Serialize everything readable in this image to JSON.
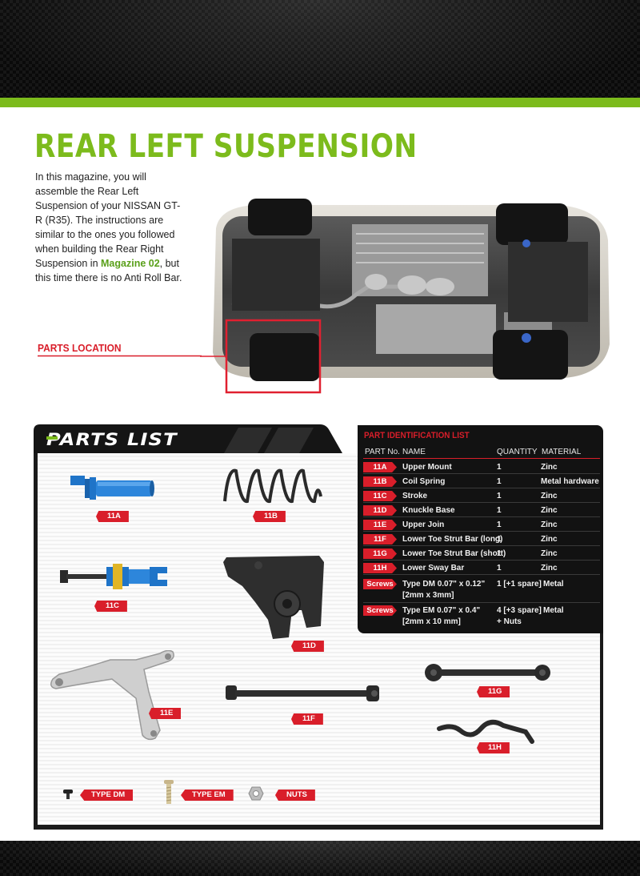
{
  "page": {
    "title": "REAR LEFT SUSPENSION",
    "intro_before": "In this magazine, you will assemble the Rear Left Suspension of your NISSAN GT-R (R35). The instructions are similar to the ones you followed when building the Rear Right Suspension in ",
    "intro_highlight": "Magazine 02",
    "intro_after": ", but this time there is no Anti Roll Bar.",
    "parts_location_label": "PARTS LOCATION"
  },
  "parts_list": {
    "heading": "PARTS LIST",
    "labels": {
      "a": "11A",
      "b": "11B",
      "c": "11C",
      "d": "11D",
      "e": "11E",
      "f": "11F",
      "g": "11G",
      "h": "11H",
      "dm": "TYPE DM",
      "em": "TYPE EM",
      "nuts": "NUTS"
    }
  },
  "identification": {
    "title": "PART IDENTIFICATION LIST",
    "headers": {
      "part_no": "PART No.",
      "name": "NAME",
      "quantity": "QUANTITY",
      "material": "MATERIAL"
    },
    "rows": [
      {
        "part_no": "11A",
        "name": "Upper Mount",
        "quantity": "1",
        "material": "Zinc"
      },
      {
        "part_no": "11B",
        "name": "Coil Spring",
        "quantity": "1",
        "material": "Metal hardware"
      },
      {
        "part_no": "11C",
        "name": "Stroke",
        "quantity": "1",
        "material": "Zinc"
      },
      {
        "part_no": "11D",
        "name": "Knuckle Base",
        "quantity": "1",
        "material": "Zinc"
      },
      {
        "part_no": "11E",
        "name": "Upper Join",
        "quantity": "1",
        "material": "Zinc"
      },
      {
        "part_no": "11F",
        "name": "Lower Toe Strut Bar (long)",
        "quantity": "1",
        "material": "Zinc"
      },
      {
        "part_no": "11G",
        "name": "Lower Toe Strut Bar (short)",
        "quantity": "1",
        "material": "Zinc"
      },
      {
        "part_no": "11H",
        "name": "Lower Sway Bar",
        "quantity": "1",
        "material": "Zinc"
      },
      {
        "part_no": "Screws",
        "name": "Type DM 0.07\" x 0.12\"",
        "name2": "[2mm x 3mm]",
        "quantity": "1 [+1 spare]",
        "quantity2": "",
        "material": "Metal"
      },
      {
        "part_no": "Screws",
        "name": "Type EM 0.07\" x 0.4\"",
        "name2": "[2mm x 10 mm]",
        "quantity": "4 [+3 spare]",
        "quantity2": "+ Nuts",
        "material": "Metal"
      }
    ]
  },
  "colors": {
    "accent_green": "#7cbb1c",
    "accent_red": "#d91e2a",
    "part_blue": "#1f74c8",
    "part_dark": "#2a2a2a",
    "part_silver": "#cfcfcf"
  }
}
